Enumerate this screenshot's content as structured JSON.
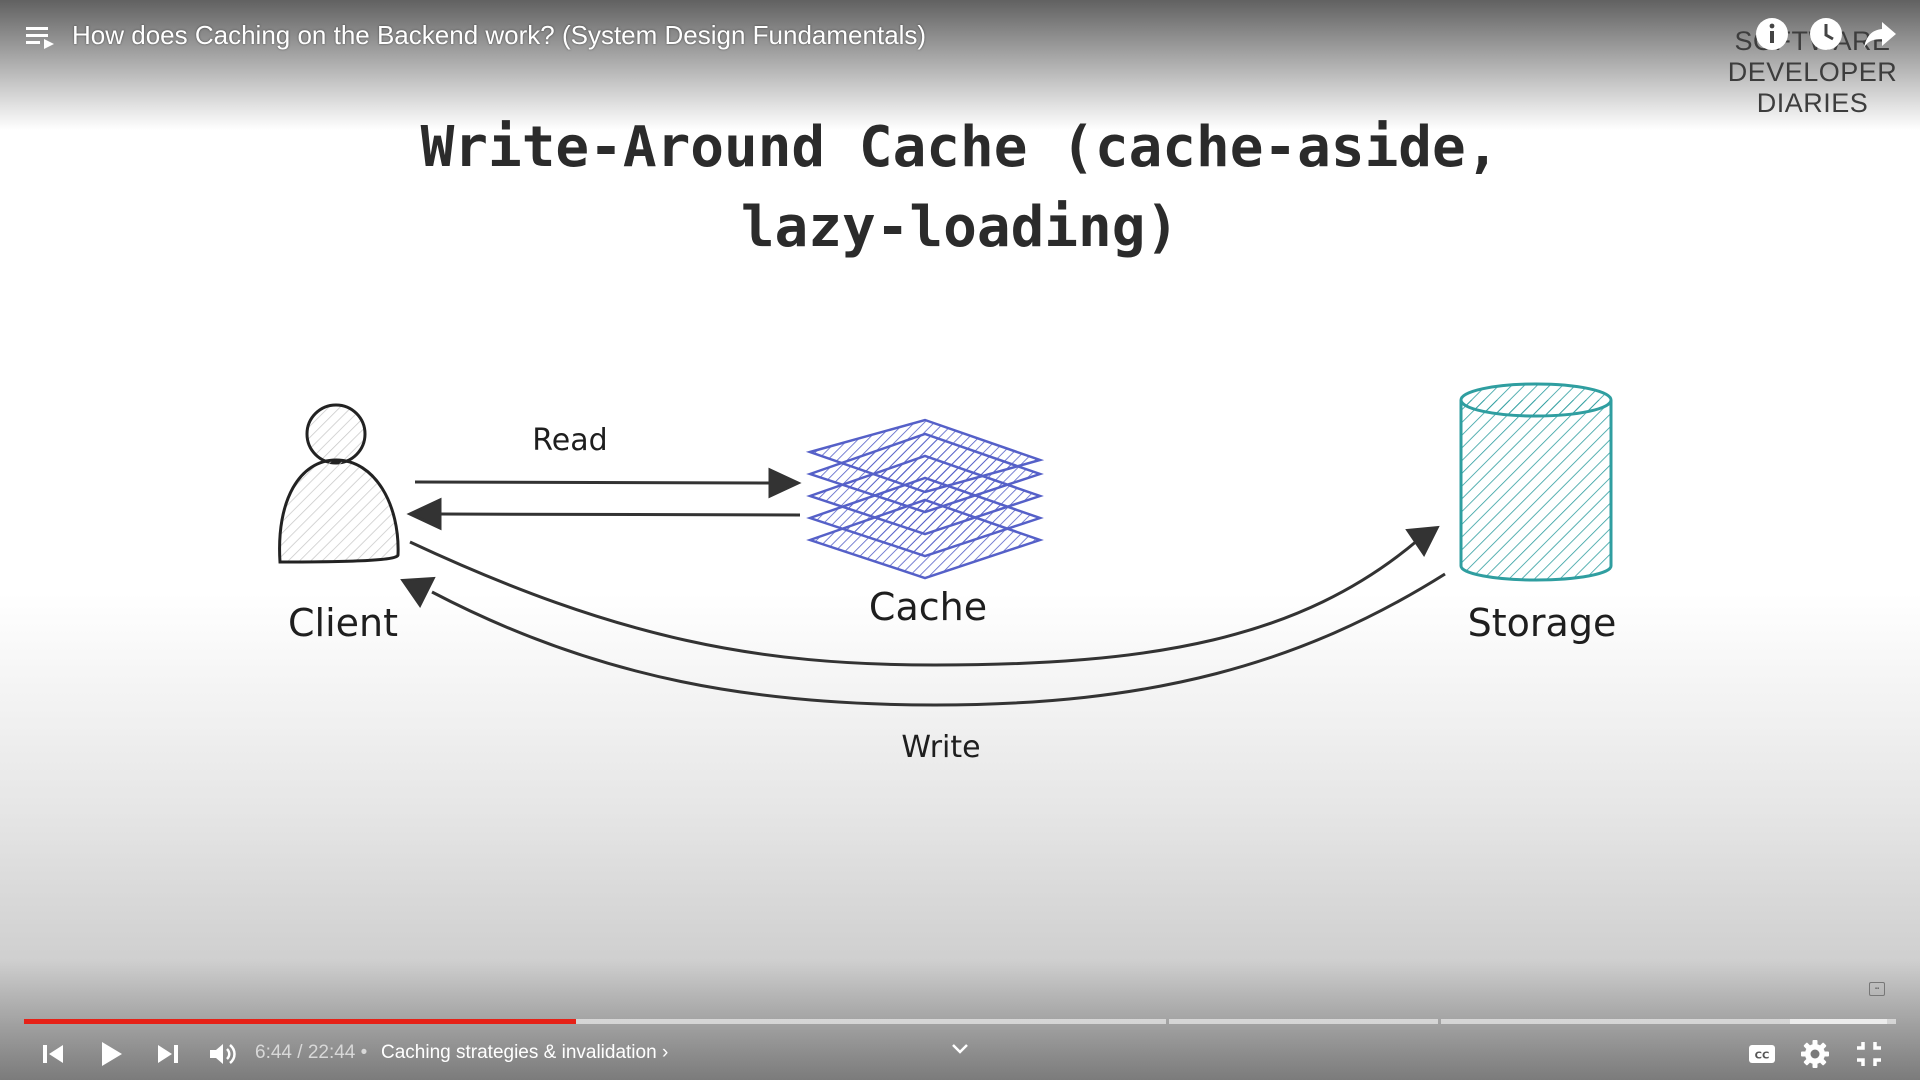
{
  "player": {
    "title": "How does Caching on the Backend work? (System Design Fundamentals)",
    "time_current": "6:44",
    "time_separator": "/",
    "time_total": "22:44",
    "chapter_bullet": "•",
    "chapter": "Caching strategies & invalidation",
    "chapter_arrow": "›",
    "progress_played_fraction": 0.295,
    "accent_color": "#e62117"
  },
  "watermark": {
    "line1": "SOFTWARE",
    "line2": "DEVELOPER",
    "line3": "DIARIES"
  },
  "slide": {
    "title_line1": "Write-Around Cache (cache-aside,",
    "title_line2": "lazy-loading)",
    "labels": {
      "client": "Client",
      "cache": "Cache",
      "storage": "Storage",
      "read": "Read",
      "write": "Write"
    },
    "colors": {
      "cache": "#5560c8",
      "storage": "#2f9ea0",
      "client": "#555555"
    }
  },
  "icons": {
    "playlist": "playlist-icon",
    "info": "info-icon",
    "watch_later": "clock-icon",
    "share": "share-icon",
    "previous": "skip-previous-icon",
    "play": "play-icon",
    "next": "skip-next-icon",
    "volume": "volume-icon",
    "captions": "captions-icon",
    "settings": "gear-icon",
    "exit_fullscreen": "exit-fullscreen-icon"
  }
}
